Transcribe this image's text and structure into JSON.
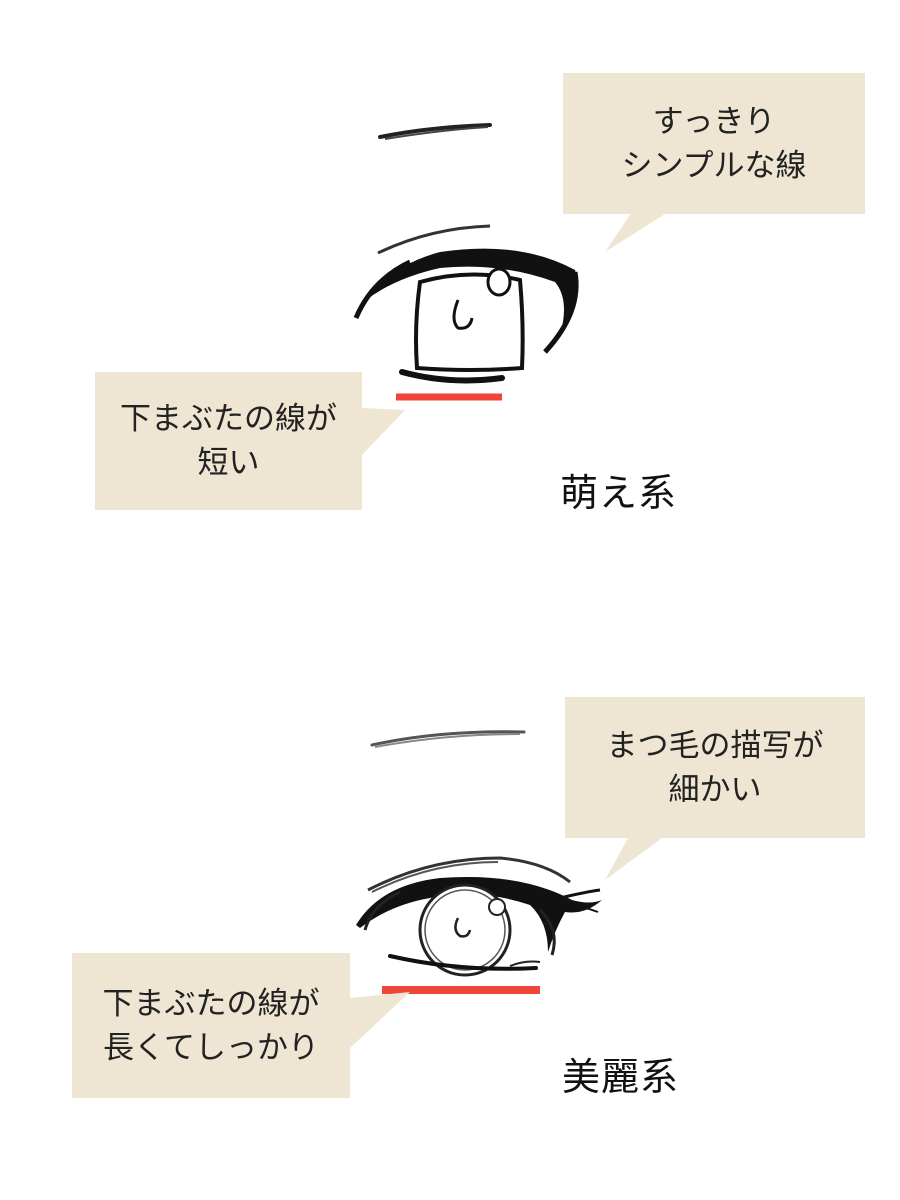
{
  "colors": {
    "bubble_bg": "#efe5d3",
    "accent_line": "#f0453a",
    "ink": "#111111"
  },
  "moe": {
    "label": "萌え系",
    "callout_top": {
      "line1": "すっきり",
      "line2": "シンプルな線"
    },
    "callout_bottom": {
      "line1": "下まぶたの線が",
      "line2": "短い"
    }
  },
  "bireii": {
    "label": "美麗系",
    "callout_top": {
      "line1": "まつ毛の描写が",
      "line2": "細かい"
    },
    "callout_bottom": {
      "line1": "下まぶたの線が",
      "line2": "長くてしっかり"
    }
  }
}
